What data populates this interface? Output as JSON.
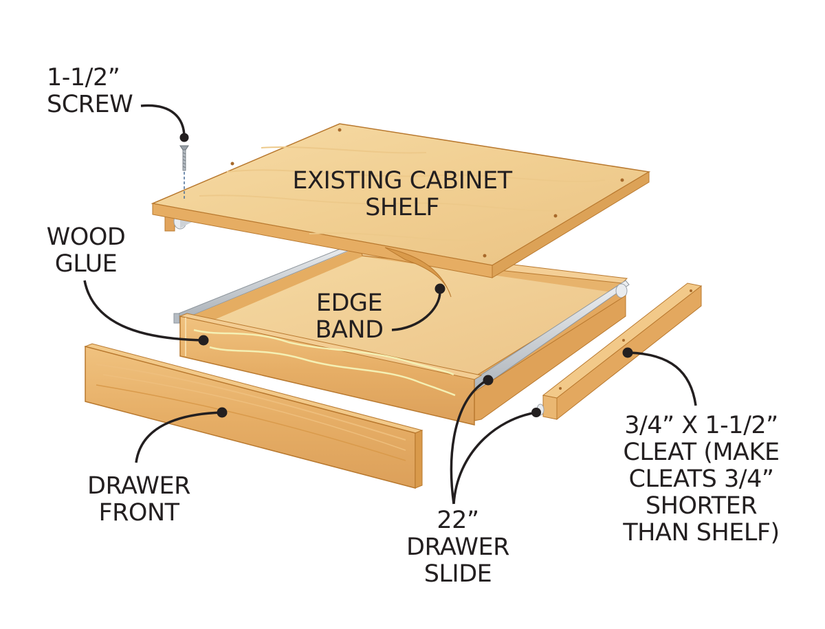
{
  "diagram": {
    "title": "Pull-out drawer under existing cabinet shelf",
    "colors": {
      "wood_light": "#f3cf95",
      "wood_mid": "#e9b56e",
      "wood_dark": "#d9974a",
      "edge": "#b8782e",
      "metal": "#c9ced3",
      "glue": "#f4f0b4",
      "leader": "#231f20"
    },
    "parts": [
      {
        "id": "shelf",
        "name": "Existing cabinet shelf"
      },
      {
        "id": "drawer-box",
        "name": "Drawer box"
      },
      {
        "id": "drawer-front",
        "name": "Drawer front"
      },
      {
        "id": "cleat",
        "name": "Cleat"
      },
      {
        "id": "slide-left",
        "name": "Drawer slide (left)"
      },
      {
        "id": "slide-right",
        "name": "Drawer slide (right)"
      },
      {
        "id": "screw",
        "name": "Screw"
      },
      {
        "id": "edge-band",
        "name": "Edge band"
      }
    ]
  },
  "labels": {
    "screw": [
      "1-1/2”",
      "SCREW"
    ],
    "shelf": [
      "EXISTING CABINET",
      "SHELF"
    ],
    "wood_glue": [
      "WOOD",
      "GLUE"
    ],
    "edge_band": [
      "EDGE",
      "BAND"
    ],
    "drawer_front": [
      "DRAWER",
      "FRONT"
    ],
    "drawer_slide": [
      "22”",
      "DRAWER",
      "SLIDE"
    ],
    "cleat": [
      "3/4” X 1-1/2”",
      "CLEAT (MAKE",
      "CLEATS 3/4”",
      "SHORTER",
      "THAN SHELF)"
    ]
  }
}
